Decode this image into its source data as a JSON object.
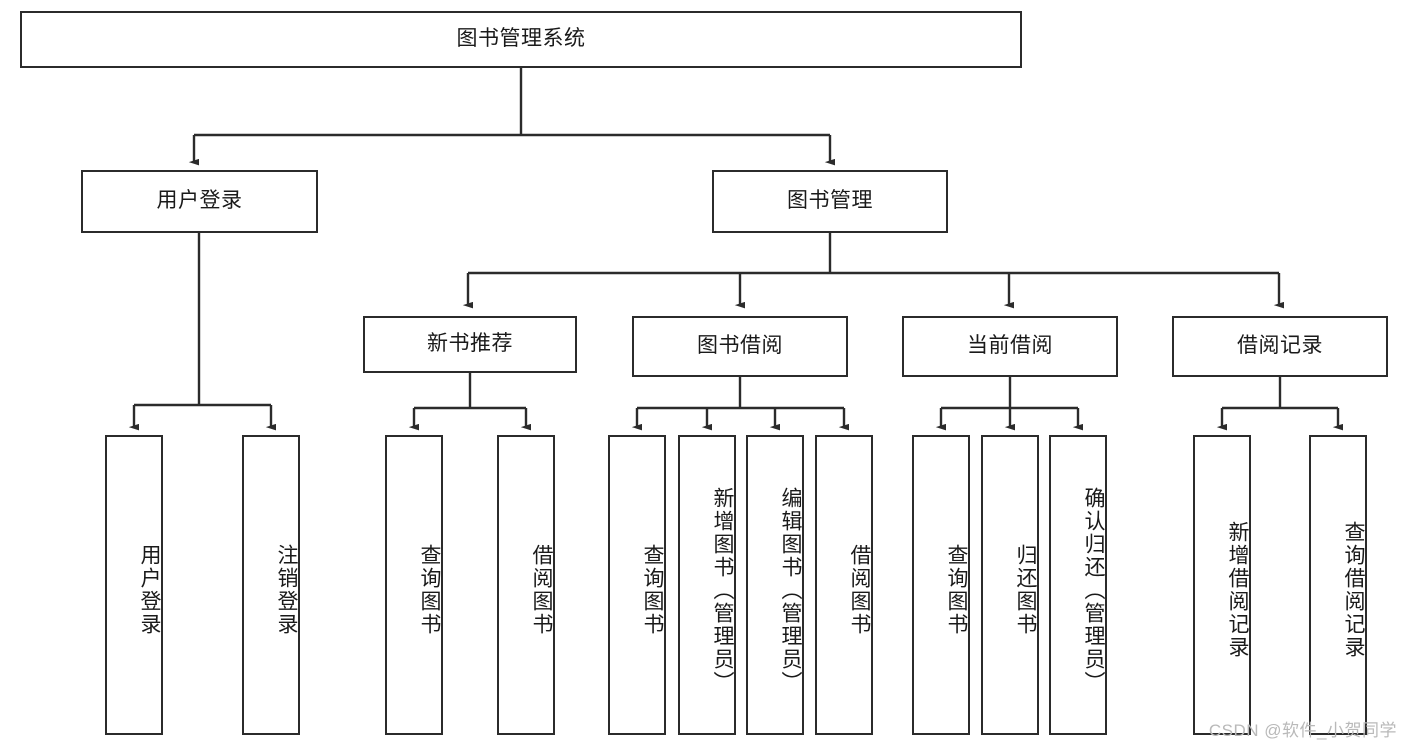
{
  "diagram": {
    "type": "tree-hierarchy",
    "title": "图书管理系统",
    "watermark": "CSDN @软件_小贺同学",
    "colors": {
      "box_border": "#2b2b2b",
      "box_fill": "#ffffff",
      "connector": "#2b2b2b",
      "text": "#1a1a1a",
      "watermark": "#b9b9b9",
      "background": "#ffffff"
    },
    "root": {
      "label": "图书管理系统"
    },
    "level2": [
      {
        "id": "user-login",
        "label": "用户登录"
      },
      {
        "id": "book-management",
        "label": "图书管理"
      }
    ],
    "level3": [
      {
        "id": "new-book-recommend",
        "label": "新书推荐"
      },
      {
        "id": "book-borrow",
        "label": "图书借阅"
      },
      {
        "id": "current-borrow",
        "label": "当前借阅"
      },
      {
        "id": "borrow-record",
        "label": "借阅记录"
      }
    ],
    "leaves": {
      "user_login": [
        {
          "id": "leaf-user-login",
          "label": "用户登录"
        },
        {
          "id": "leaf-logout-login",
          "label": "注销登录"
        }
      ],
      "new_book_recommend": [
        {
          "id": "leaf-query-book-1",
          "label": "查询图书"
        },
        {
          "id": "leaf-borrow-book-1",
          "label": "借阅图书"
        }
      ],
      "book_borrow": [
        {
          "id": "leaf-query-book-2",
          "label": "查询图书"
        },
        {
          "id": "leaf-add-book",
          "label": "新增图书（管理员）"
        },
        {
          "id": "leaf-edit-book",
          "label": "编辑图书（管理员）"
        },
        {
          "id": "leaf-borrow-book-2",
          "label": "借阅图书"
        }
      ],
      "current_borrow": [
        {
          "id": "leaf-query-book-3",
          "label": "查询图书"
        },
        {
          "id": "leaf-return-book",
          "label": "归还图书"
        },
        {
          "id": "leaf-confirm-return",
          "label": "确认归还（管理员）"
        }
      ],
      "borrow_record": [
        {
          "id": "leaf-add-record",
          "label": "新增借阅记录"
        },
        {
          "id": "leaf-query-record",
          "label": "查询借阅记录"
        }
      ]
    }
  }
}
